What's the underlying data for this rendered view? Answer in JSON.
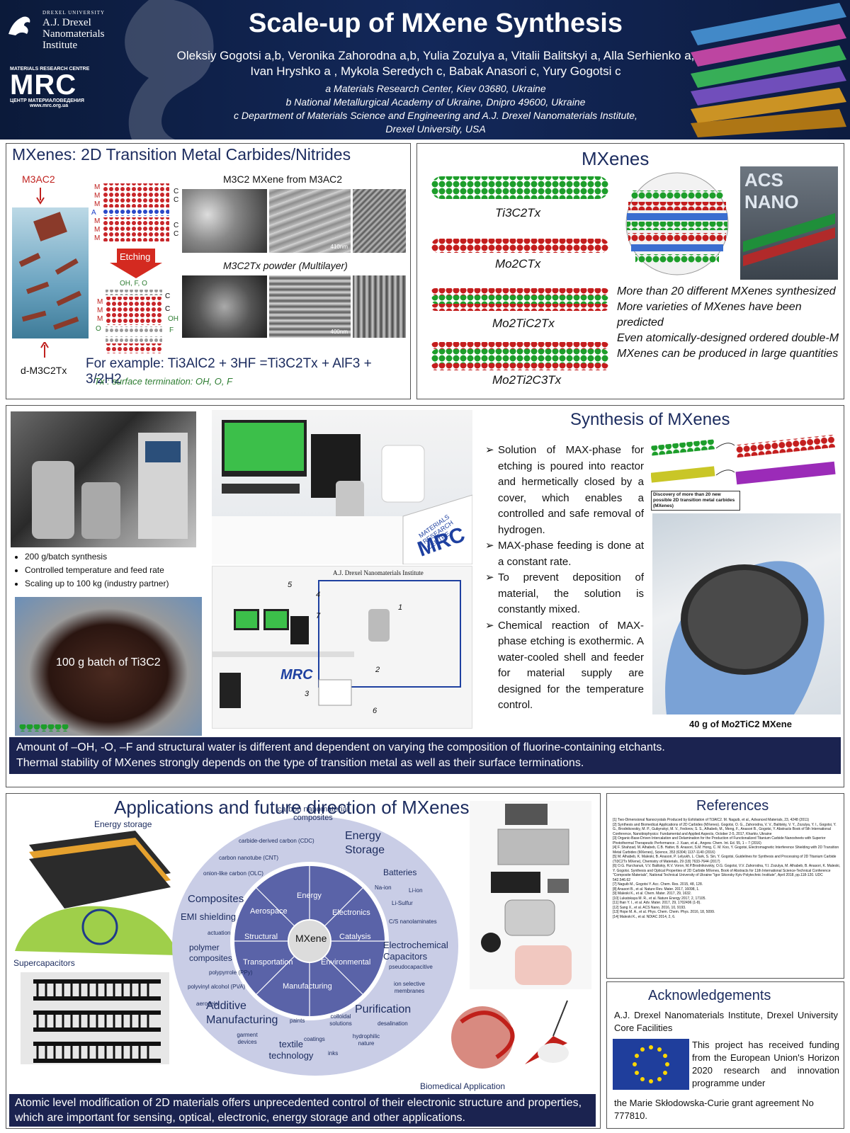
{
  "header": {
    "title": "Scale-up of MXene Synthesis",
    "drexel_small": "DREXEL UNIVERSITY",
    "drexel_name_1": "A.J. Drexel",
    "drexel_name_2": "Nanomaterials",
    "drexel_name_3": "Institute",
    "mrc_line1": "MATERIALS RESEARCH CENTRE",
    "mrc_big": "MRC",
    "mrc_line3": "ЦЕНТР МАТЕРИАЛОВЕДЕНИЯ",
    "mrc_url": "www.mrc.org.ua",
    "authors_line1": "Oleksiy Gogotsi a,b, Veronika Zahorodna a,b, Yulia Zozulya a, Vitalii Balitskyi a, Alla Serhienko a,",
    "authors_line2": "Ivan Hryshko a , Mykola Seredych c, Babak Anasori c, Yury Gogotsi c",
    "affil_a": "a Materials Research Center, Kiev 03680, Ukraine",
    "affil_b": "b National Metallurgical Academy of Ukraine, Dnipro 49600, Ukraine",
    "affil_c": "c Department of Materials Science and Engineering and A.J. Drexel Nanomaterials Institute,",
    "affil_c2": "Drexel University, USA"
  },
  "panel1": {
    "title": "MXenes: 2D Transition Metal Carbides/Nitrides",
    "m3ac2": "M3AC2",
    "dm3c2tx": "d-M3C2Tx",
    "caption_top": "M3C2 MXene from M3AC2",
    "caption_mid": "M3C2Tx powder (Multilayer)",
    "etching": "Etching",
    "ohfo": "OH, F, O",
    "example": "For example: Ti3AlC2 + 3HF =Ti3C2Tx + AlF3 + 3/2H2",
    "termination": "Tx : surface termination: OH, O, F",
    "scale1": "410nm",
    "scale2": "400nm",
    "layer_labels": [
      "M",
      "M",
      "M",
      "A",
      "M",
      "M",
      "M"
    ],
    "layer_right": [
      "C",
      "C",
      "C",
      "C"
    ],
    "etched_labels": [
      "M",
      "M",
      "M"
    ],
    "etched_right": [
      "C",
      "C"
    ],
    "etched_o": "O",
    "etched_oh": "OH",
    "etched_f": "F"
  },
  "panel2": {
    "title": "MXenes",
    "labels": [
      "Ti3C2Tx",
      "Mo2CTx",
      "Mo2TiC2Tx",
      "Mo2Ti2C3Tx"
    ],
    "journal": "ACS NANO",
    "text1": "More than 20 different MXenes synthesized",
    "text2": "More varieties of MXenes have been predicted",
    "text3": "Even atomically-designed ordered double-M MXenes can be produced in large quantities"
  },
  "panel3": {
    "title": "Synthesis of MXenes",
    "left_bullets": [
      "200 g/batch synthesis",
      "Controlled temperature and feed rate",
      "Scaling up to 100 kg (industry partner)"
    ],
    "batch_label": "100 g batch of Ti3C2",
    "steps": [
      "Solution of MAX-phase for etching is poured into reactor and hermetically closed by a cover, which enables a controlled and safe removal of hydrogen.",
      "MAX-phase feeding is done at a constant rate.",
      "To prevent deposition of material, the solution is constantly mixed.",
      "Chemical reaction of MAX-phase etching is exothermic. A water-cooled shell and feeder for material supply are designed for the temperature control."
    ],
    "discovery_label": "Discovery of more than 20 new possible 2D transition metal carbides (MXenes)",
    "powder_caption": "40 g of Mo2TiC2 MXene",
    "band_line1": "Amount of –OH, -O, –F and structural water is different and dependent on varying the composition of fluorine-containing etchants.",
    "band_line2": "Thermal stability of MXenes strongly depends on the type of transition metal as well as their surface terminations.",
    "diagram_numbers": [
      "1",
      "2",
      "3",
      "4",
      "5",
      "6",
      "7"
    ],
    "mrc_sign": "MRC",
    "drexel_sign": "A.J. Drexel Nanomaterials Institute",
    "mrc_box_text": "MATERIALS RESEARCH CENTRE"
  },
  "panel4": {
    "title": "Applications and future direction of MXenes",
    "energy_storage": "Energy storage",
    "supercaps": "Supercapacitors",
    "biomedical": "Biomedical Application",
    "center": "MXene",
    "inner_ring": [
      "Energy",
      "Electronics",
      "Catalysis",
      "Environmental",
      "Manufacturing",
      "Transportation",
      "Structural",
      "Aerospace"
    ],
    "big_terms": [
      "Energy Storage",
      "Electrochemical Capacitors",
      "Purification",
      "Additive Manufacturing",
      "polymer composites",
      "EMI shielding",
      "Composites"
    ],
    "small_terms": [
      "carbon nanomaterial composites",
      "carbide-derived carbon (CDC)",
      "carbon nanotube (CNT)",
      "onion-like carbon (OLC)",
      "Batteries",
      "Na-ion",
      "Li-ion",
      "Li-Sulfur",
      "C/S nanolaminates",
      "pseudocapacitive",
      "ion selective membranes",
      "colloidal solutions",
      "desalination",
      "hydrophilic nature",
      "coatings",
      "inks",
      "textile technology",
      "garment devices",
      "aerogels",
      "polyvinyl alcohol (PVA)",
      "polypyrrole (PPy)",
      "actuation",
      "paints"
    ],
    "band_text": "Atomic level modification of 2D materials offers unprecedented control of their electronic structure and properties, which are important for sensing, optical, electronic, energy storage and other applications."
  },
  "references": {
    "title": "References",
    "items": [
      "[1] Two-Dimensional Nanocrystals Produced by Exfoliation of Ti3AlC2. M. Naguib, et al., Advanced Materials, 23, 4248 (2011)",
      "[2] Synthesis and Biomedical Applications of 2D Carbides (MXenes). Gogotsi, O. G., Zahorodna, V. V., Balitskiy, V. Y., Zozulya, Y. I., Gogotsi, Y. G., Brodnikovskiy, M. P., Gubynskyi, M. V., Fedorov, S. S., Alhabeb, M., Meng, F., Anasori B., Gogotsi, Y. Abstracts Book of 5th International Conference, Nanobiophysics: Fundamental and Applied Aspects, October 2-5, 2017, Kharkiv, Ukraine",
      "[3] Organic-Base-Driven Intercalation and Delamination for the Production of Functionalized Titanium Carbide Nanosheets with Superior Photothermal Therapeutic Performance. J. Xuan, et al., Angew. Chem. Int. Ed. 55, 1 – 7 (2016)",
      "[4] F. Shahzad, M. Alhabeb, C.B. Hatter, B. Anasori, S.M. Hong, C. M. Koo, Y. Gogotsi, Electromagnetic Interference Shielding with 2D Transition Metal Carbides (MXenes), Science, 353 (6304) 1137-1140 (2016)",
      "[5] M. Alhabeb, K. Maleski, B. Anasori, P. Lelyukh, L. Clark, S. Sin, Y. Gogotsi, Guidelines for Synthesis and Processing of 2D Titanium Carbide (Ti3C2Tx MXene), Chemistry of Materials, 29 (18) 7633-7644 (2017)",
      "[6] O.G. Hurchanuk, V.V. Balitskiy, R.V. Voron, M.P.Brodnikovskiy, O.G. Gogotsi, V.V. Zahorodna, Y.I. Zozulya, M. Alhabeb, B. Anasori, K. Maleski, Y. Gogotsi. Synthesis and Optical Properties of 2D Carbide MXenes, Book of Abstracts for 11th International Science-Technical Conference \"Composite Materials\", National Technical University of Ukraine \"Igor Sikorsky Kyiv Polytechnic Institute\", April 2018, pp.118-120. UDC 542.546.62",
      "[7] Naguib M., Gogotsi Y. Acc. Chem. Res. 2015, 48, 128.",
      "[8] Anasori B., et al. Nature Rev. Mater. 2017, 16098, 1.",
      "[9] Maleski K., et al. Chem. Mater. 2017, 29, 1632.",
      "[10] Lukatskaya M. R., et al. Nature Energy 2017, 2, 17105.",
      "[11] Ihan Y. I., et al. Adv. Mater. 2017, 29, 1702496 (1-8).",
      "[12] Sang X., et al. ACS Nano, 2016, 10, 9193.",
      "[13] Hope M. A., et al. Phys. Chem. Chem. Phys. 2016, 18, 5099.",
      "[14] Maleski K., et al. NDIAC 2014, 2, 6."
    ]
  },
  "acknowledgements": {
    "title": "Acknowledgements",
    "line1": "A.J. Drexel Nanomaterials Institute, Drexel University Core Facilities",
    "eu_text": "This project has received funding from the European Union's Horizon 2020 research and innovation programme under",
    "line_last": "the Marie Skłodowska-Curie grant agreement No 777810."
  },
  "colors": {
    "navy": "#13285a",
    "band": "#1b2350",
    "title_blue": "#1b2b5e",
    "red": "#c0221f",
    "green": "#2e7d32",
    "eu_blue": "#1f3e9c",
    "eu_star": "#ffd700"
  }
}
